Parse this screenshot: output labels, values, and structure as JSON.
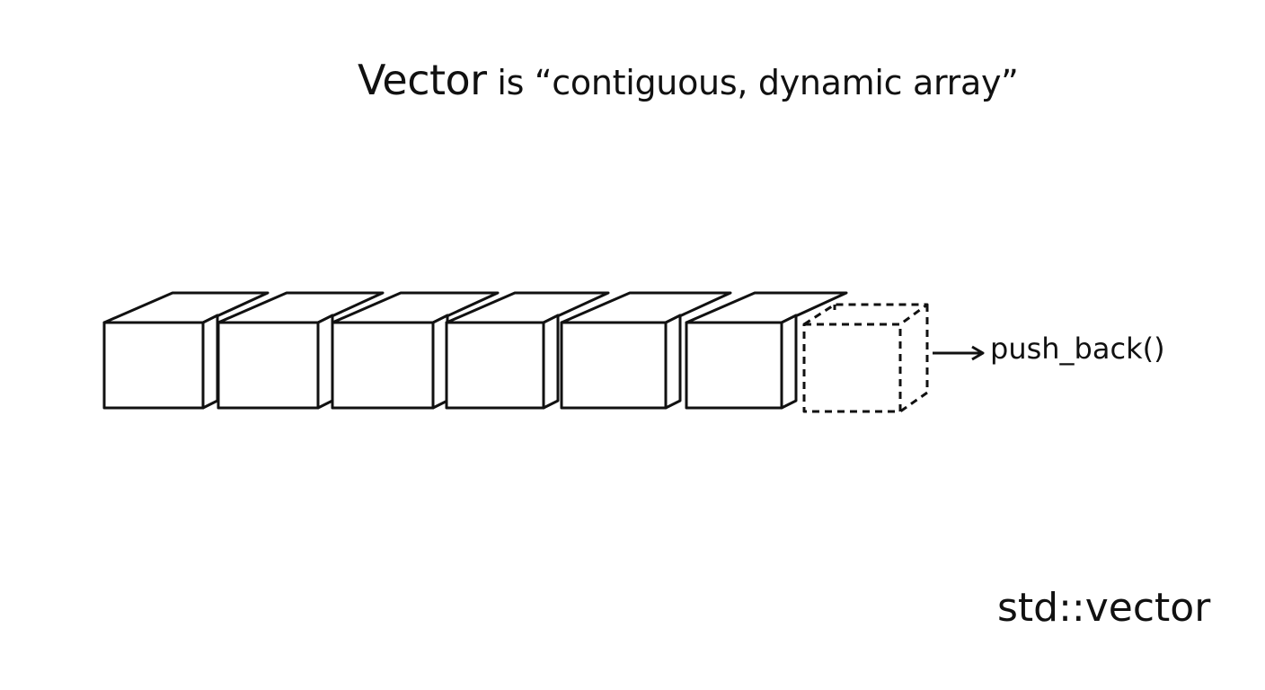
{
  "title": {
    "word": "Vector",
    "rest": " is “contiguous, dynamic array”"
  },
  "diagram": {
    "element_count": 6,
    "pending_element_count": 1,
    "push_label": "push_back()"
  },
  "footer": {
    "label": "std::vector"
  },
  "colors": {
    "stroke": "#111111",
    "background": "#ffffff"
  },
  "icons": {
    "arrow": "arrow-right-icon"
  }
}
